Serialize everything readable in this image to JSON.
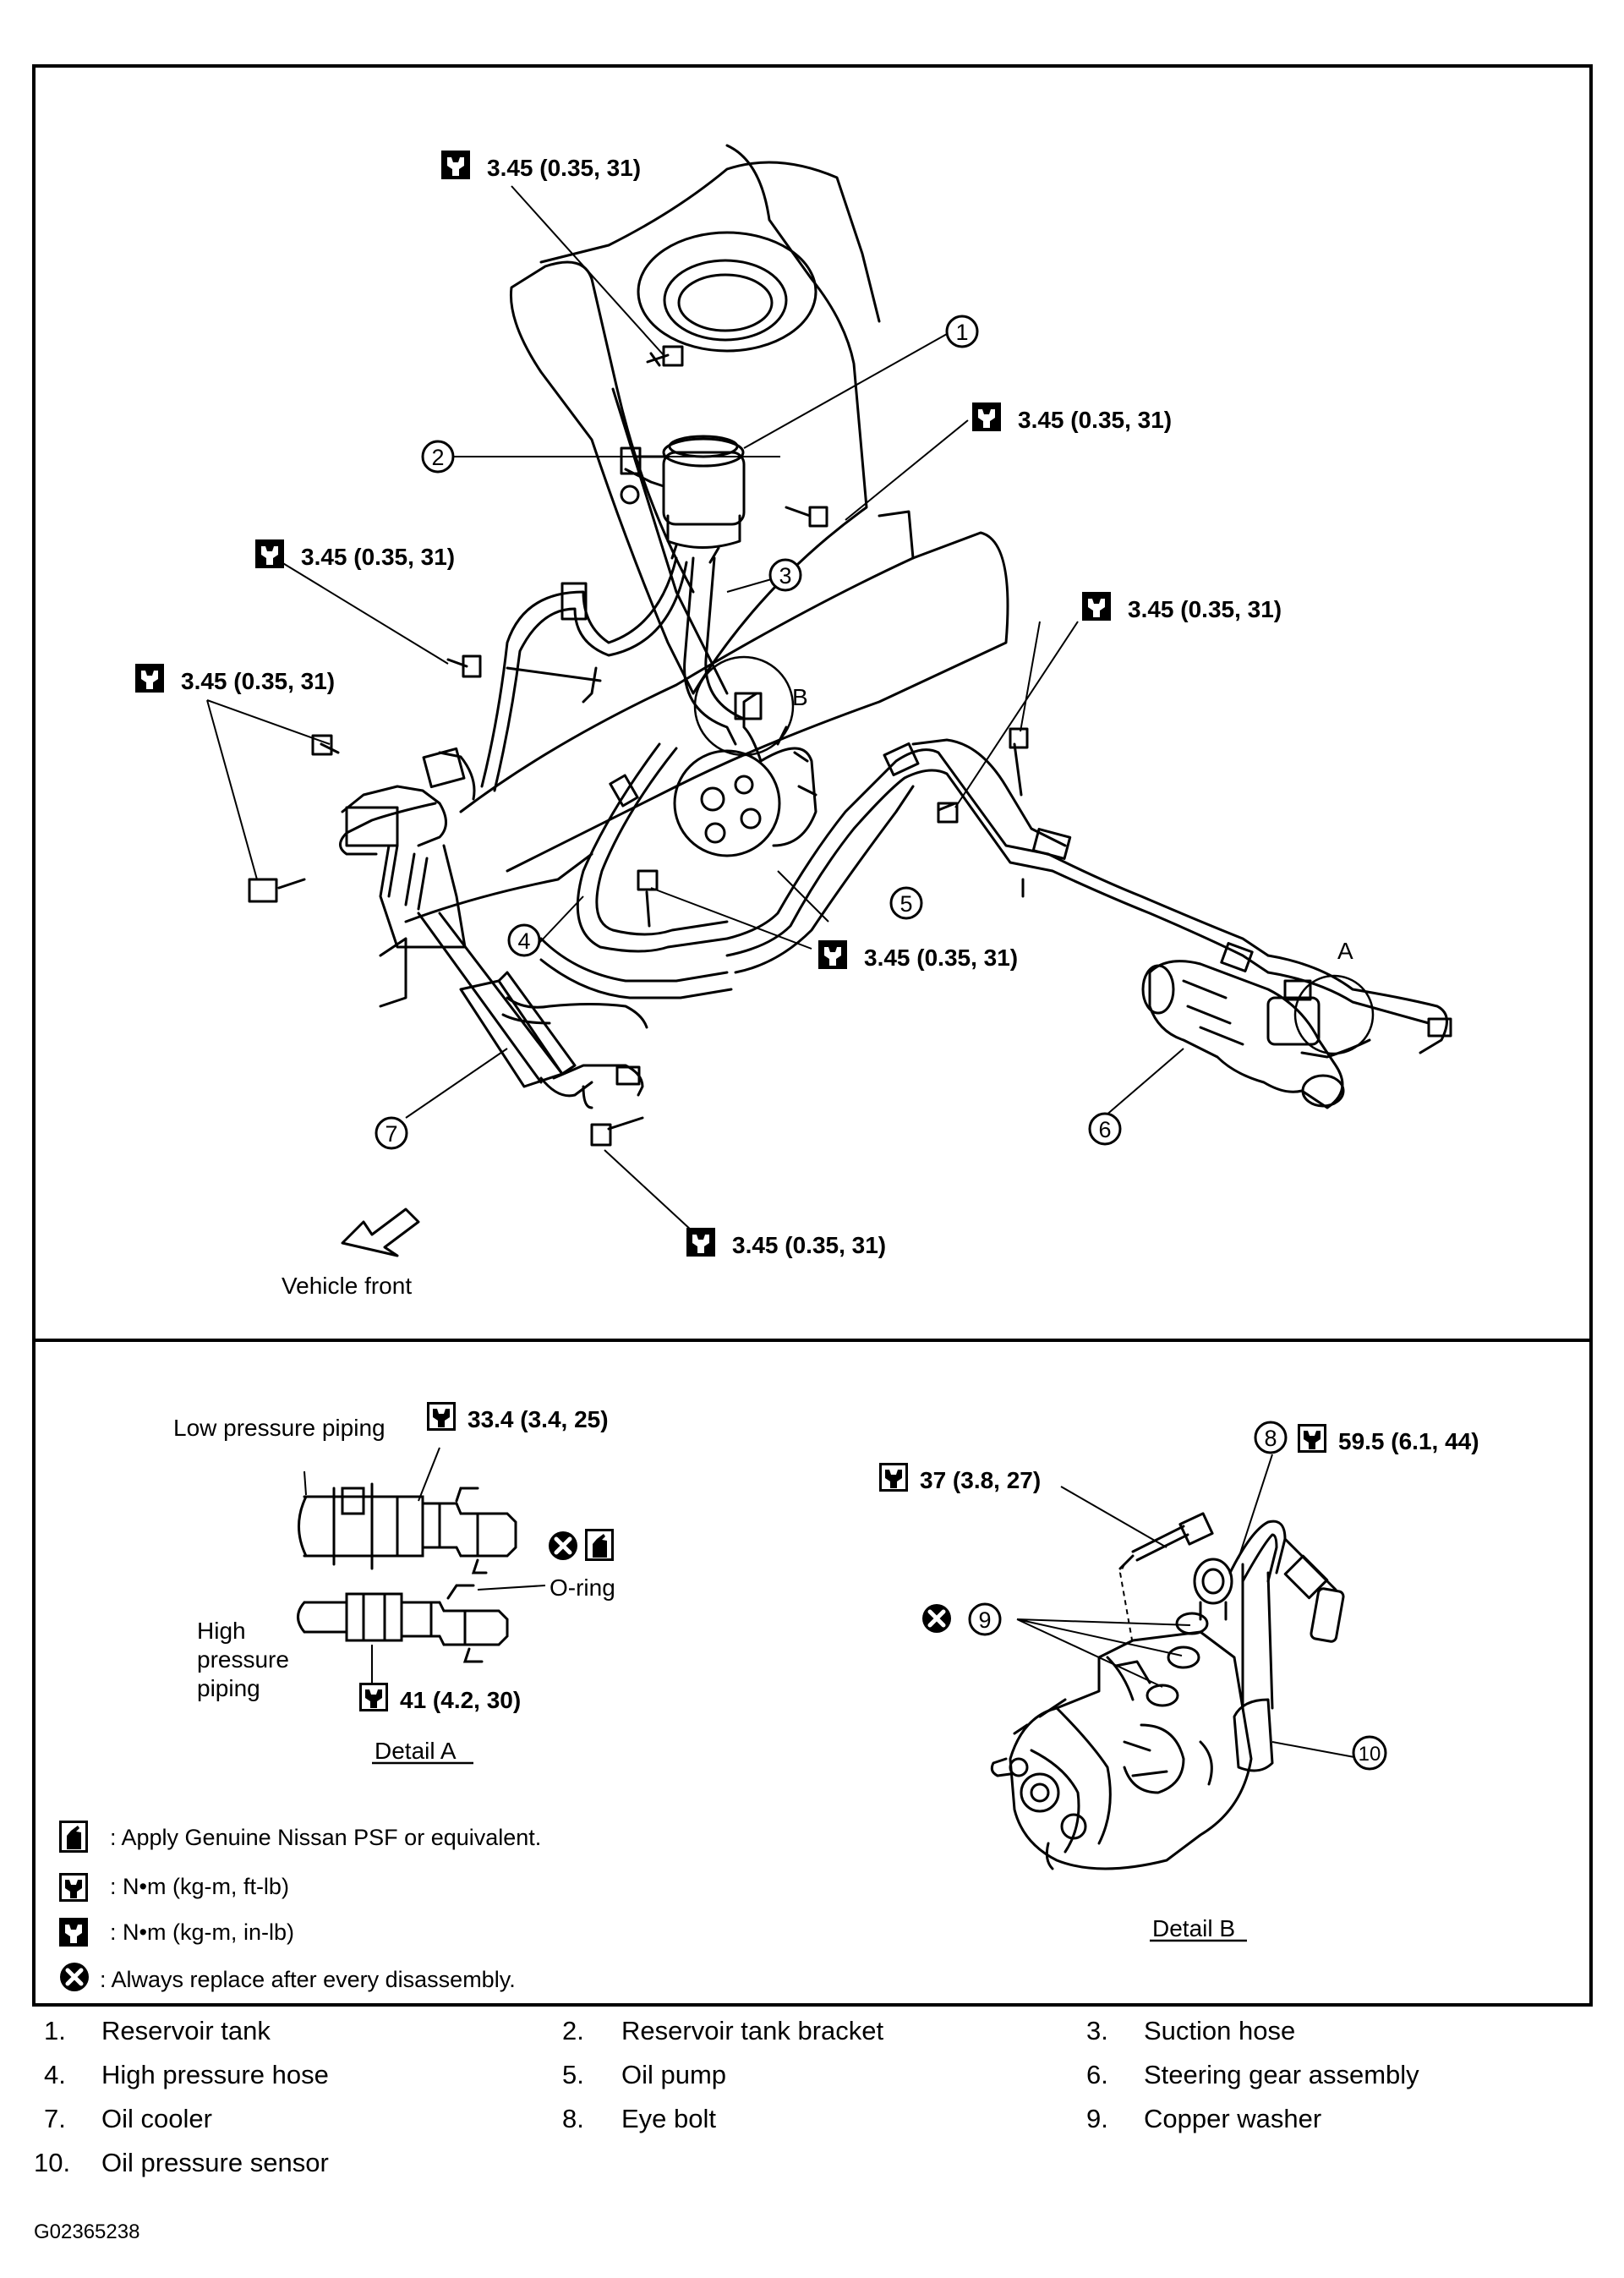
{
  "torque_specs": {
    "reservoir_top": "3.45 (0.35, 31)",
    "reservoir_right": "3.45 (0.35, 31)",
    "left_hose_clamp": "3.45 (0.35, 31)",
    "gear_bracket": "3.45 (0.35, 31)",
    "right_line": "3.45 (0.35, 31)",
    "pump_clamp": "3.45 (0.35, 31)",
    "cooler_bolt": "3.45 (0.35, 31)",
    "low_pressure": "33.4 (3.4, 25)",
    "high_pressure": "41 (4.2, 30)",
    "detail_b_bolt": "37 (3.8, 27)",
    "eye_bolt": "59.5 (6.1, 44)"
  },
  "callouts": [
    "1",
    "2",
    "3",
    "4",
    "5",
    "6",
    "7",
    "8",
    "9",
    "10"
  ],
  "labels": {
    "vehicle_front": "Vehicle front",
    "detail_a": "Detail A",
    "detail_b": "Detail B",
    "low_pressure_piping": "Low pressure piping",
    "high_pressure_1": "High",
    "high_pressure_2": "pressure",
    "high_pressure_3": "piping",
    "o_ring": "O-ring",
    "marker_a": "A",
    "marker_b": "B"
  },
  "legend": [
    {
      "icon": "oil-can-icon",
      "text": ":  Apply Genuine Nissan PSF or equivalent."
    },
    {
      "icon": "torque-wrench-icon",
      "text": ":  N•m  (kg-m,  ft-lb)"
    },
    {
      "icon": "torque-wrench-filled-icon",
      "text": ":  N•m  (kg-m,  in-lb)"
    },
    {
      "icon": "replace-x-icon",
      "text": ": Always replace after every disassembly."
    }
  ],
  "parts": [
    {
      "num": "1.",
      "name": "Reservoir tank"
    },
    {
      "num": "2.",
      "name": "Reservoir tank bracket"
    },
    {
      "num": "3.",
      "name": "Suction hose"
    },
    {
      "num": "4.",
      "name": "High pressure hose"
    },
    {
      "num": "5.",
      "name": "Oil pump"
    },
    {
      "num": "6.",
      "name": "Steering gear assembly"
    },
    {
      "num": "7.",
      "name": "Oil cooler"
    },
    {
      "num": "8.",
      "name": "Eye bolt"
    },
    {
      "num": "9.",
      "name": "Copper washer"
    },
    {
      "num": "10.",
      "name": "Oil pressure sensor"
    }
  ],
  "figure_id": "G02365238"
}
